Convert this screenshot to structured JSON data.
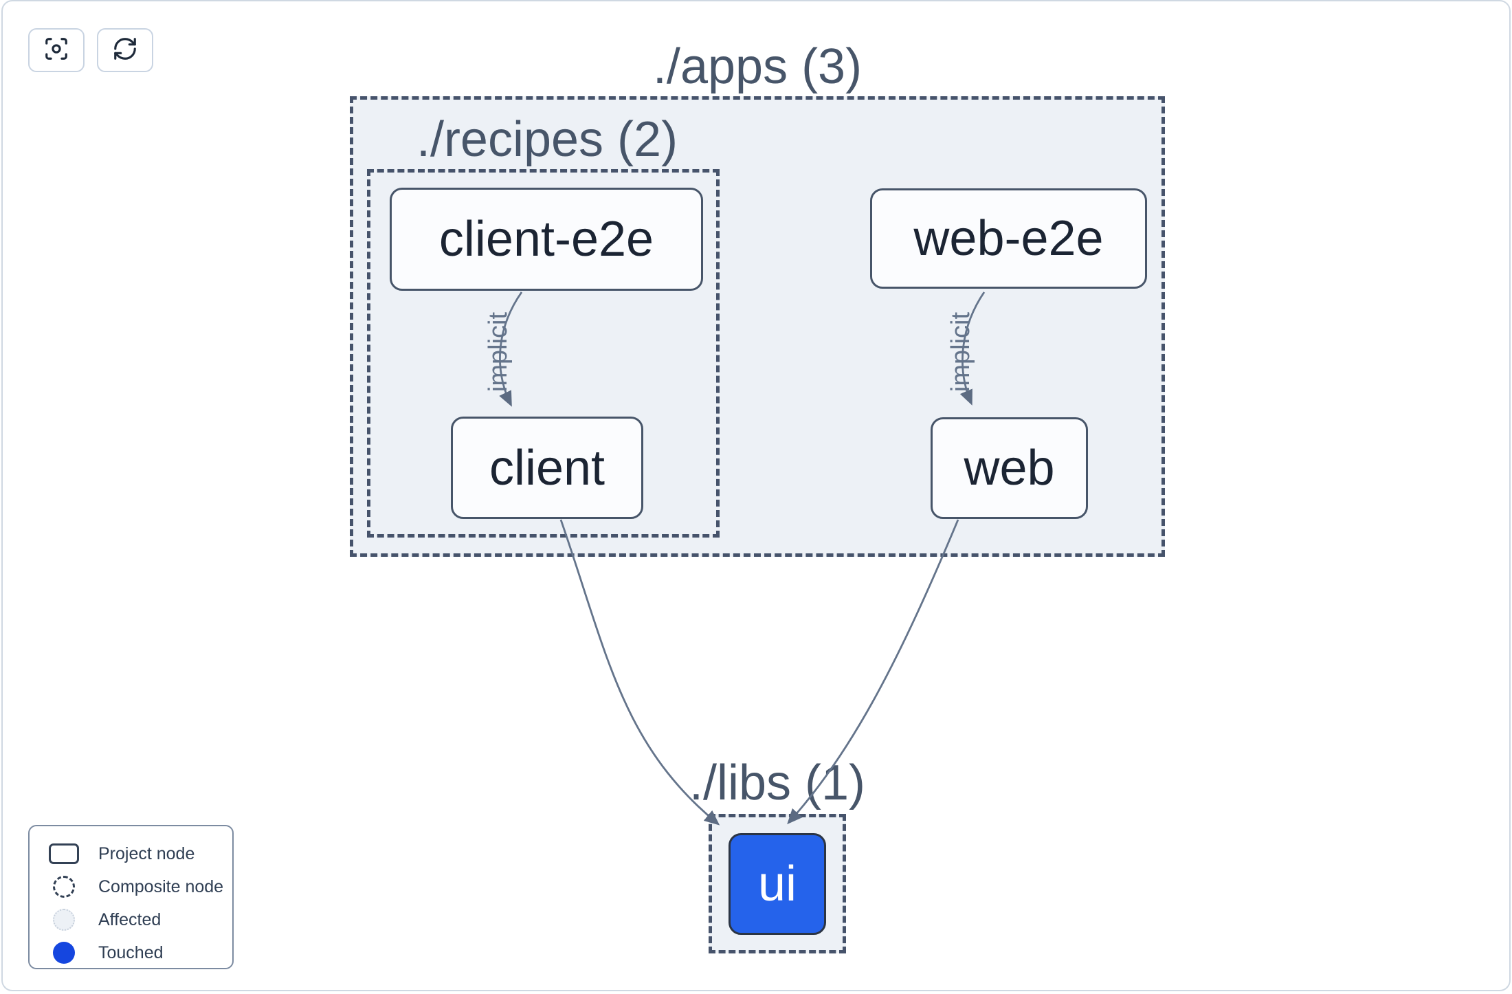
{
  "toolbar": {
    "focus_button": {
      "icon": "focus-icon",
      "tooltip": ""
    },
    "refresh_button": {
      "icon": "refresh-icon",
      "tooltip": ""
    }
  },
  "graph": {
    "groups": [
      {
        "id": "apps",
        "label": "./apps (3)"
      },
      {
        "id": "recipes",
        "label": "./recipes (2)"
      },
      {
        "id": "libs",
        "label": "./libs (1)"
      }
    ],
    "nodes": [
      {
        "id": "client-e2e",
        "label": "client-e2e",
        "state": "default"
      },
      {
        "id": "web-e2e",
        "label": "web-e2e",
        "state": "default"
      },
      {
        "id": "client",
        "label": "client",
        "state": "default"
      },
      {
        "id": "web",
        "label": "web",
        "state": "default"
      },
      {
        "id": "ui",
        "label": "ui",
        "state": "touched"
      }
    ],
    "edges": [
      {
        "from": "client-e2e",
        "to": "client",
        "label": "implicit"
      },
      {
        "from": "web-e2e",
        "to": "web",
        "label": "implicit"
      },
      {
        "from": "client",
        "to": "ui",
        "label": ""
      },
      {
        "from": "web",
        "to": "ui",
        "label": ""
      }
    ]
  },
  "legend": {
    "items": [
      {
        "label": "Project node",
        "swatch": "project-rect-outline"
      },
      {
        "label": "Composite node",
        "swatch": "dashed-circle-outline"
      },
      {
        "label": "Affected",
        "swatch": "light-dotted-circle"
      },
      {
        "label": "Touched",
        "swatch": "solid-blue-circle"
      }
    ]
  },
  "colors": {
    "touched_blue": "#1546df",
    "ui_node_blue": "#2563eb",
    "container_fill": "#edf1f6",
    "container_border": "#46536b",
    "edge_gray": "#64748b",
    "node_border": "#475569",
    "node_text": "#1b2433"
  }
}
